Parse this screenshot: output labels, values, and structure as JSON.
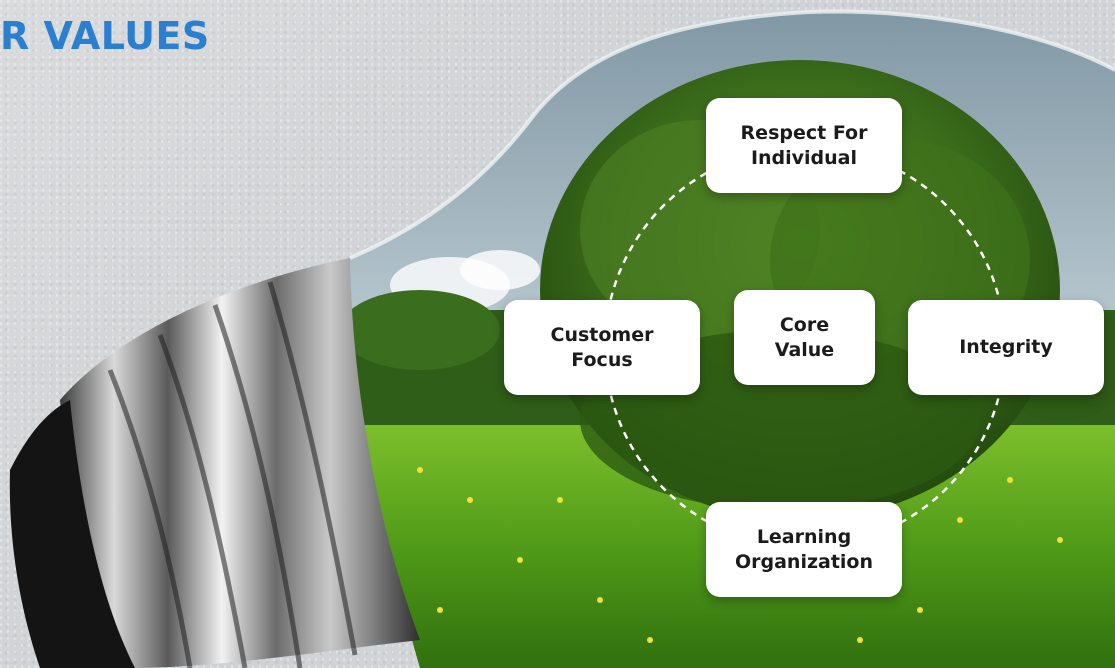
{
  "heading": "R VALUES",
  "colors": {
    "heading": "#2a7fd1",
    "node_background": "#ffffff",
    "node_text": "#1b1b1b",
    "ring": "#ffffff"
  },
  "illustration": {
    "subject": "light-bulb-with-tree-illustration"
  },
  "diagram": {
    "center": "Core\nValue",
    "nodes": {
      "top": "Respect For\nIndividual",
      "left": "Customer\nFocus",
      "right": "Integrity",
      "bottom": "Learning\nOrganization"
    }
  }
}
